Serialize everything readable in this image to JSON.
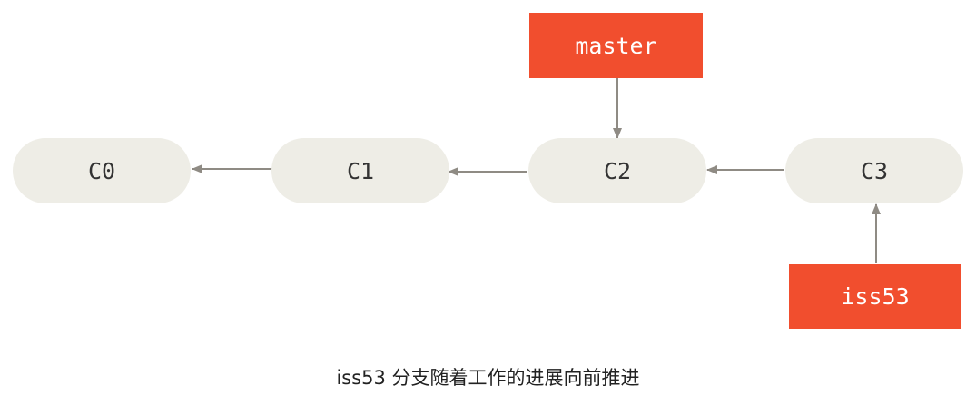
{
  "commits": [
    {
      "label": "C0"
    },
    {
      "label": "C1"
    },
    {
      "label": "C2"
    },
    {
      "label": "C3"
    }
  ],
  "branches": {
    "master": {
      "label": "master"
    },
    "iss53": {
      "label": "iss53"
    }
  },
  "caption": "iss53 分支随着工作的进展向前推进",
  "colors": {
    "commit_fill": "#eeede6",
    "branch_fill": "#f14e2e",
    "arrow": "#8f8b84"
  }
}
